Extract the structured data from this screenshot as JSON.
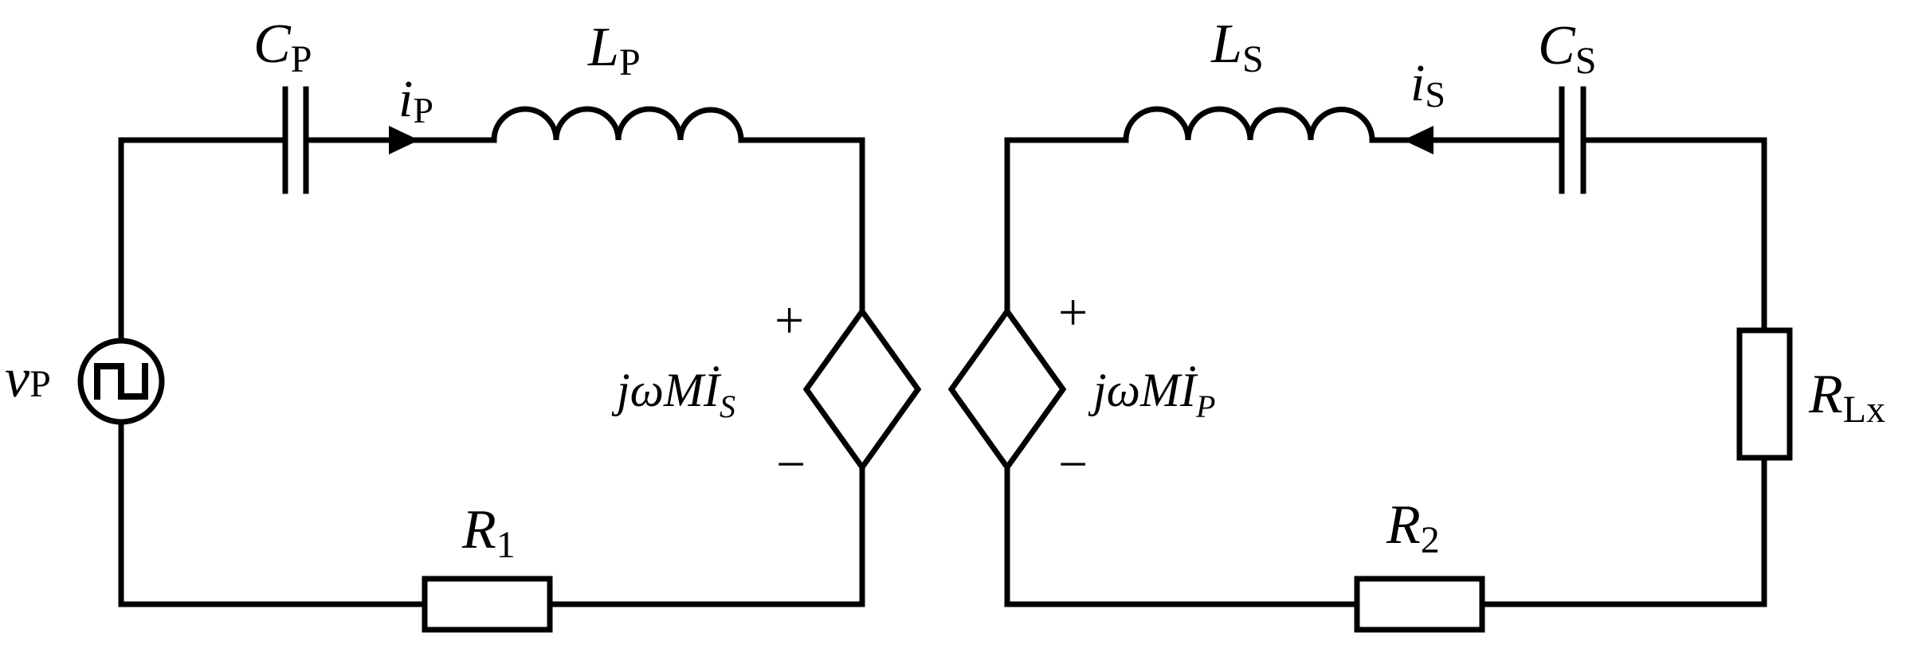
{
  "labels": {
    "source": {
      "main": "v",
      "sub": "P"
    },
    "cp": {
      "main": "C",
      "sub": "P"
    },
    "ip": {
      "main": "i",
      "sub": "P"
    },
    "lp": {
      "main": "L",
      "sub": "P"
    },
    "r1": {
      "main": "R",
      "sub": "1"
    },
    "ls": {
      "main": "L",
      "sub": "S"
    },
    "is": {
      "main": "i",
      "sub": "S"
    },
    "cs": {
      "main": "C",
      "sub": "S"
    },
    "rlx": {
      "main": "R",
      "sub": "Lx"
    },
    "r2": {
      "main": "R",
      "sub": "2"
    },
    "src_primary": {
      "main": "jωMİ",
      "sub": "S"
    },
    "src_secondary": {
      "main": "jωMİ",
      "sub": "P"
    },
    "plus": "+",
    "minus": "−"
  }
}
